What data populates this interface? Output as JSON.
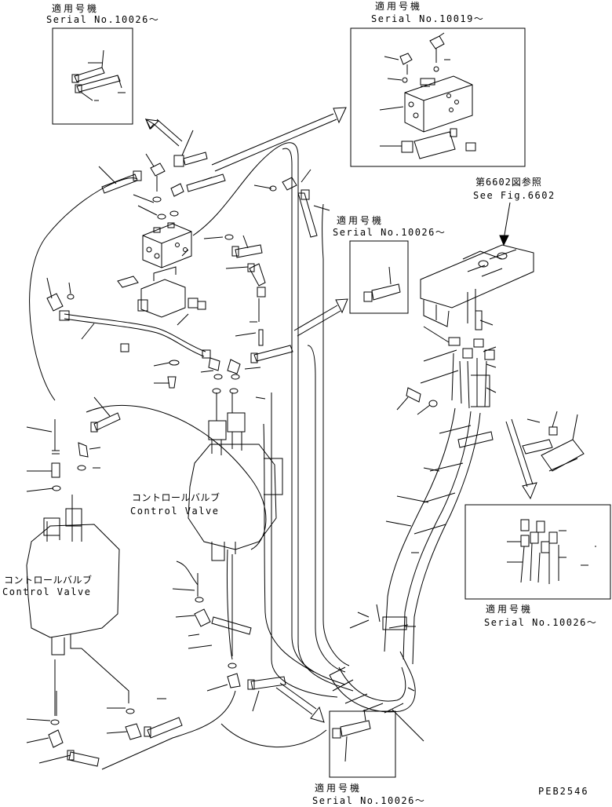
{
  "insets": [
    {
      "id": "top-left",
      "jp": "適用号機",
      "serial": "Serial No.10026～"
    },
    {
      "id": "top-right",
      "jp": "適用号機",
      "serial": "Serial No.10019～"
    },
    {
      "id": "mid",
      "jp": "適用号機",
      "serial": "Serial No.10026～"
    },
    {
      "id": "right",
      "jp": "適用号機",
      "serial": "Serial No.10026～"
    },
    {
      "id": "bottom",
      "jp": "適用号機",
      "serial": "Serial No.10026～"
    }
  ],
  "reference": {
    "jp": "第6602図参照",
    "en": "See Fig.6602"
  },
  "valves": [
    {
      "jp": "コントロールバルブ",
      "en": "Control Valve"
    },
    {
      "jp": "コントロールバルブ",
      "en": "Control Valve"
    }
  ],
  "drawing_code": "PEB2546"
}
